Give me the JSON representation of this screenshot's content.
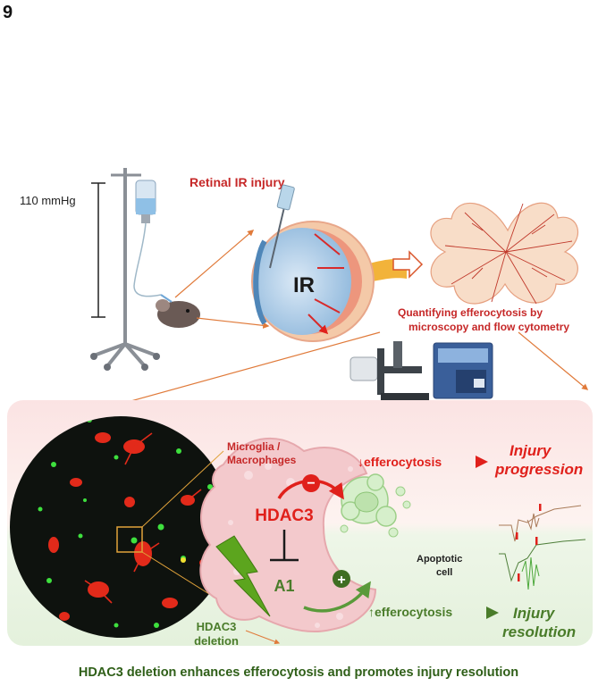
{
  "figure_number": "9",
  "pressure_label": "110 mmHg",
  "injury_title": "Retinal IR injury",
  "eye_label": "IR",
  "quantify_line1": "Quantifying efferocytosis by",
  "quantify_line2": "microscopy and flow cytometry",
  "microglia_line1": "Microglia /",
  "microglia_line2": "Macrophages",
  "down_efferocytosis": "↓efferocytosis",
  "injury_progression_line1": "Injury",
  "injury_progression_line2": "progression",
  "hdac3": "HDAC3",
  "a1": "A1",
  "minus_sign": "−",
  "plus_sign": "+",
  "apoptotic_line1": "Apoptotic",
  "apoptotic_line2": "cell",
  "up_efferocytosis": "↑efferocytosis",
  "injury_resolution_line1": "Injury",
  "injury_resolution_line2": "resolution",
  "deletion_line1": "HDAC3",
  "deletion_line2": "deletion",
  "caption": "HDAC3 deletion enhances efferocytosis and promotes injury resolution",
  "colors": {
    "red": "#e0201b",
    "green": "#4a7c2a",
    "orange_arrow": "#e07a3a",
    "cell_pink": "#f3c9cc",
    "apoptotic_green": "#cdebc0"
  }
}
